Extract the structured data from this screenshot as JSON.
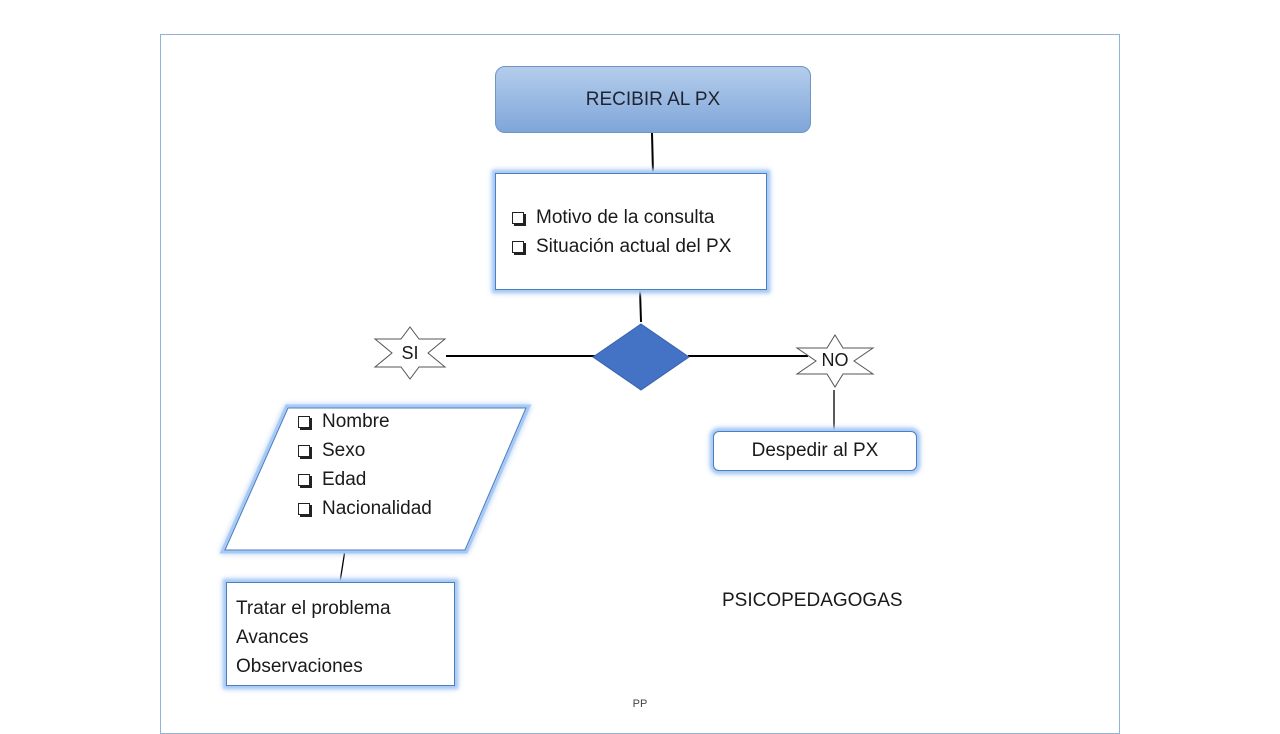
{
  "flowchart": {
    "start_label": "RECIBIR AL PX",
    "motivo_items": [
      "Motivo de la consulta",
      "Situación actual del PX"
    ],
    "decision_yes_label": "SI",
    "decision_no_label": "NO",
    "datos_items": [
      "Nombre",
      "Sexo",
      "Edad",
      "Nacionalidad"
    ],
    "despedir_label": "Despedir al PX",
    "tratar_lines": [
      "Tratar el problema",
      "Avances",
      "Observaciones"
    ],
    "group_label": "PSICOPEDAGOGAS"
  },
  "footer": {
    "label": "PP"
  },
  "colors": {
    "decision_fill": "#4472c4",
    "box_glow": "#a8c9f3",
    "start_fill": "#9dbde6"
  }
}
